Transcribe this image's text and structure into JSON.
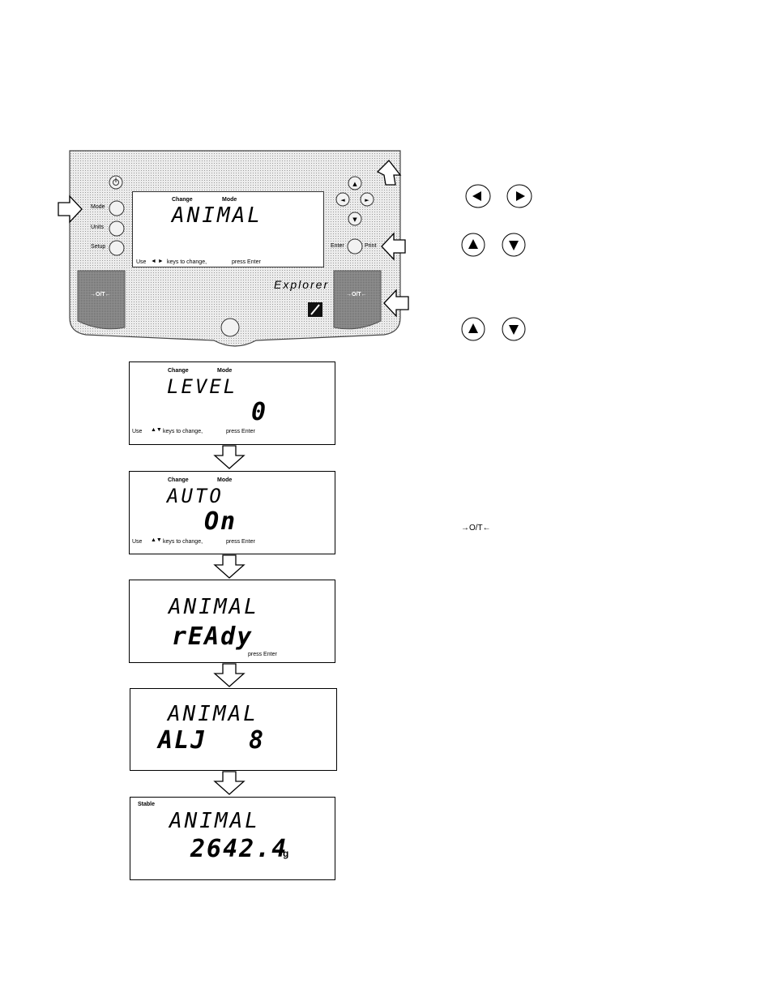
{
  "panel": {
    "buttons_left": [
      "Mode",
      "Units",
      "Setup"
    ],
    "button_enter": "Enter",
    "button_print": "Print",
    "zero_tare_label": "→O/T←",
    "brand": "Explorer",
    "display": {
      "change": "Change",
      "mode": "Mode",
      "main": "ANIMAL",
      "footer_use": "Use",
      "footer_keys": "keys to change,",
      "footer_press": "press Enter"
    }
  },
  "side_keys": {
    "zero_tare_symbol": "→O/T←"
  },
  "screens": [
    {
      "change": "Change",
      "mode": "Mode",
      "top": "LEVEL",
      "value": "0",
      "use": "Use",
      "keys": "keys to change,",
      "press": "press Enter"
    },
    {
      "change": "Change",
      "mode": "Mode",
      "top": "AUTO",
      "value": "On",
      "use": "Use",
      "keys": "keys to change,",
      "press": "press Enter"
    },
    {
      "top": "ANIMAL",
      "value": "rEAdy",
      "press": "press Enter"
    },
    {
      "top": "ANIMAL",
      "value_left": "ALJ",
      "value_right": "8"
    },
    {
      "stable": "Stable",
      "top": "ANIMAL",
      "value": "2642.4",
      "unit": "g"
    }
  ],
  "colors": {
    "panel_bg": "#e6e6e6",
    "tare_key": "#8c8c8c"
  }
}
